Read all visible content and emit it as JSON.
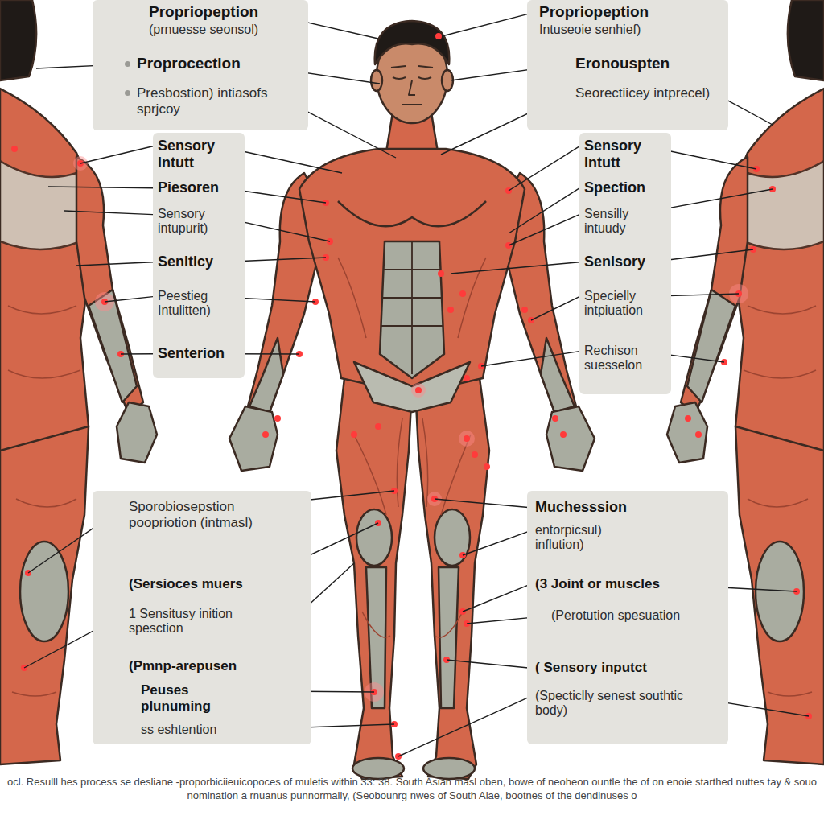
{
  "diagram": {
    "caption": "ocl. Resulll hes process se desliane -proporbiciieuicopoces of muletis within 33: 38. South Asian masl oben, bowe of neoheon ountle the of on enoie starthed nuttes tay & souo nomination a rnuanus punnormally, (Seobounrg nwes of South Alae, bootnes of the dendinuses o",
    "nodes": [
      {
        "text": [
          "Propriopeption",
          "(prnuesse seonsol)",
          "Proprocection",
          "Presbostion) intiasofs sprjcoy"
        ]
      },
      {
        "text": [
          "Sensory intutt",
          "Piesoren",
          "Sensory intupurit)",
          "Seniticy",
          "Peestieg Intulitten)",
          "Senterion"
        ]
      },
      {
        "text": [
          "Propriopeption",
          "Intuseoie senhief)",
          "Eronouspten",
          "Seorectiicey intprecel)"
        ]
      },
      {
        "text": [
          "Sensory intutt",
          "Spection",
          "Sensilly intuudy",
          "Senisory",
          "Specielly intpiuation",
          "Rechison suesselon"
        ]
      },
      {
        "text": [
          "Sporobiosepstion poopriotion (intmasl)",
          "(Sersioces muers",
          "1 Sensitusy inition spesction",
          "(Pmnp-arepusen",
          "Peuses plunuming",
          "ss eshtention"
        ]
      },
      {
        "text": [
          "Muchesssion",
          "entorpicsul) inflution)",
          "(3 Joint or muscles",
          "(Perotution spesuation",
          "( Sensory inputct",
          "(Specticlly senest southtic body)"
        ]
      }
    ]
  }
}
